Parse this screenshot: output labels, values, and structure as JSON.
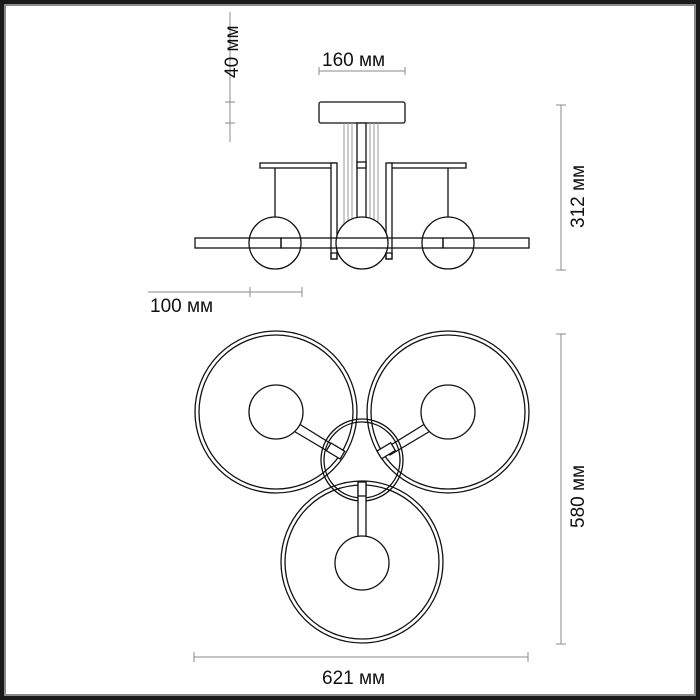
{
  "drawing": {
    "type": "technical dimension drawing",
    "subject": "ceiling chandelier with three ring shades and globe bulbs",
    "views": [
      "side-view",
      "top-view"
    ]
  },
  "dimensions": {
    "base_height": "40 мм",
    "base_width": "160 мм",
    "total_height": "312 мм",
    "offset": "100 мм",
    "top_depth": "580 мм",
    "top_width": "621 мм"
  },
  "colors": {
    "line": "#111111",
    "dimension_line": "#8a8a8a",
    "frame_outer": "#1a1a1a",
    "frame_inner": "#8a8a8a",
    "background": "#ffffff"
  }
}
